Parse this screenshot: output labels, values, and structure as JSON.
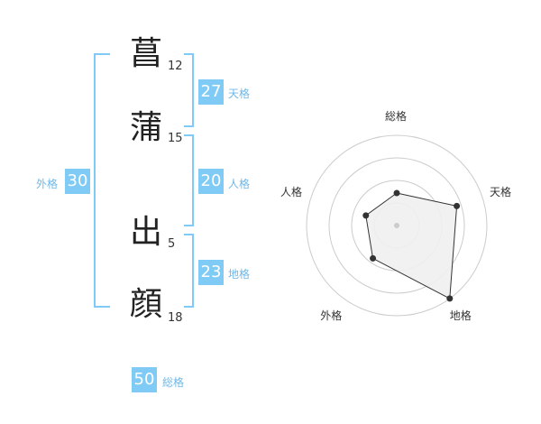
{
  "name": {
    "characters": [
      {
        "char": "菖",
        "strokes": "12"
      },
      {
        "char": "蒲",
        "strokes": "15"
      },
      {
        "char": "出",
        "strokes": "5"
      },
      {
        "char": "顔",
        "strokes": "18"
      }
    ]
  },
  "fortune": {
    "tenkaku": {
      "value": "27",
      "label": "天格"
    },
    "jinkaku": {
      "value": "20",
      "label": "人格"
    },
    "chikaku": {
      "value": "23",
      "label": "地格"
    },
    "gaikaku": {
      "value": "30",
      "label": "外格"
    },
    "soukaku": {
      "value": "50",
      "label": "総格"
    }
  },
  "colors": {
    "accent": "#7fcbf5",
    "bracket": "#7fcbf5",
    "label_text": "#6fb8e8",
    "radar_grid": "#cccccc",
    "radar_fill": "#efefef"
  },
  "chart_data": {
    "type": "radar",
    "axes": [
      "総格",
      "天格",
      "地格",
      "外格",
      "人格"
    ],
    "values": [
      0.36,
      0.7,
      1.0,
      0.45,
      0.36
    ],
    "rings": 4,
    "grid": true
  }
}
